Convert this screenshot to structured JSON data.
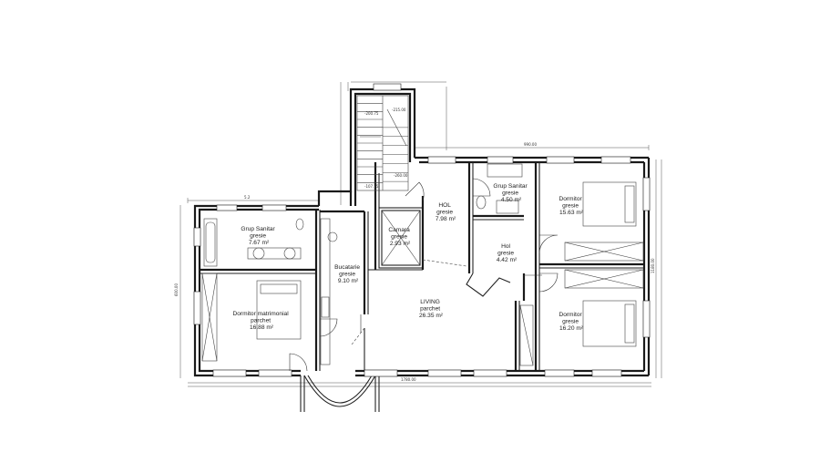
{
  "rooms": [
    {
      "id": "grup-sanitar-1",
      "lines": [
        "Grup Sanitar",
        "gresie",
        "7.67 m²"
      ]
    },
    {
      "id": "dormitor-matrimonial",
      "lines": [
        "Dormitor matrimonial",
        "parchet",
        "16.88 m²"
      ]
    },
    {
      "id": "bucatarie",
      "lines": [
        "Bucatarie",
        "gresie",
        "9.10 m²"
      ]
    },
    {
      "id": "camara",
      "lines": [
        "Camara",
        "gresie",
        "2.93 m²"
      ]
    },
    {
      "id": "hol-1",
      "lines": [
        "HOL",
        "gresie",
        "7.98 m²"
      ]
    },
    {
      "id": "living",
      "lines": [
        "LIVING",
        "parchet",
        "26.35 m²"
      ]
    },
    {
      "id": "grup-sanitar-2",
      "lines": [
        "Grup Sanitar",
        "gresie",
        "4.50 m²"
      ]
    },
    {
      "id": "hol-2",
      "lines": [
        "Hol",
        "gresie",
        "4.42 m²"
      ]
    },
    {
      "id": "dormitor-1",
      "lines": [
        "Dormitor",
        "gresie",
        "15.63 m²"
      ]
    },
    {
      "id": "dormitor-2",
      "lines": [
        "Dormitor",
        "gresie",
        "16.20 m²"
      ]
    }
  ],
  "levels": [
    "-260.00",
    "-200.75",
    "-107.75",
    "-215.00"
  ],
  "dimensions": [
    "1780.00",
    "990.00",
    "600.00",
    "1180.00",
    "5.2"
  ]
}
